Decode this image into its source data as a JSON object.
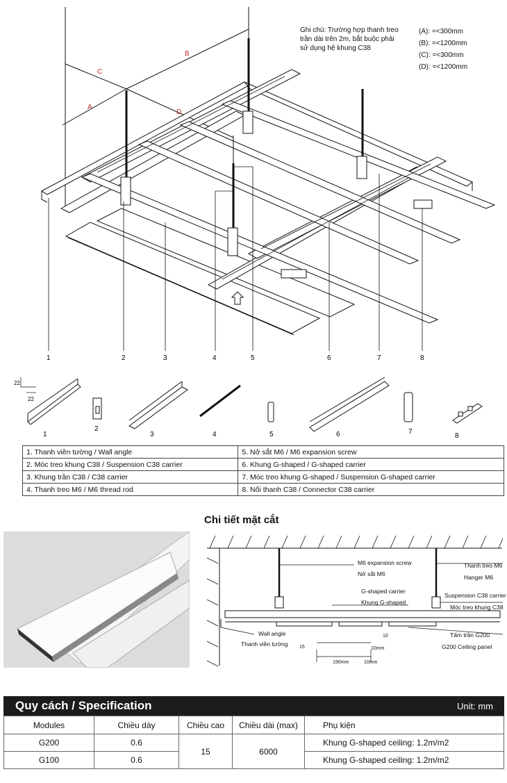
{
  "note": {
    "line1": "Ghi chú: Trường hợp thanh treo",
    "line2": "trần dài trên 2m, bắt buộc phải",
    "line3": "sử dụng hệ khung C38"
  },
  "dimensions": [
    {
      "label": "(A): =<300mm"
    },
    {
      "label": "(B): =<1200mm"
    },
    {
      "label": "(C): =<300mm"
    },
    {
      "label": "(D): =<1200mm"
    }
  ],
  "dim_letters": {
    "a": "A",
    "b": "B",
    "c": "C",
    "d": "D"
  },
  "callouts": [
    "1",
    "2",
    "3",
    "4",
    "5",
    "6",
    "7",
    "8"
  ],
  "part_dims": {
    "v": "22",
    "h": "22"
  },
  "parts": [
    "1",
    "2",
    "3",
    "4",
    "5",
    "6",
    "7",
    "8"
  ],
  "legend": {
    "rows": [
      [
        "1. Thanh viền tường / Wall angle",
        "5. Nở sắt M6 / M6 expansion screw"
      ],
      [
        "2. Móc treo khung C38 / Suspension C38 carrier",
        "6. Khung G-shaped / G-shaped carrier"
      ],
      [
        "3. Khung trần C38 / C38 carrier",
        "7. Móc treo khung G-shaped  / Suspension G-shaped carrier"
      ],
      [
        "4. Thanh treo M6 / M6 thread rod",
        "8. Nối thanh C38 / Connector C38 carrier"
      ]
    ]
  },
  "section": {
    "title": "Chi tiết mặt cắt",
    "m6_screw_en": "M6 expansion screw",
    "m6_screw_vi": "Nở sắt M6",
    "hanger_vi": "Thanh treo M6",
    "hanger_en": "Hanger M6",
    "gcarrier_en": "G-shaped carrier",
    "gcarrier_vi": "Khung G-shaped",
    "susp_en": "Suspension C38 carrier",
    "susp_vi": "Móc treo khung C38",
    "wall_en": "Wall angle",
    "wall_vi": "Thanh viền tường",
    "panel_vi": "Tấm trần G200",
    "panel_en": "G200 Ceiling panel",
    "dim_10": "10",
    "dim_15": "15",
    "dim_10mm_a": "10mm",
    "dim_190": "190mm",
    "dim_10mm_b": "10mm"
  },
  "spec": {
    "title": "Quy cách / Specification",
    "unit": "Unit: mm",
    "headers": [
      "Modules",
      "Chiều dày",
      "Chiều cao",
      "Chiều dài (max)",
      "Phụ kiện"
    ],
    "rows": [
      {
        "module": "G200",
        "thickness": "0.6",
        "accessory": "Khung G-shaped ceiling: 1.2m/m2"
      },
      {
        "module": "G100",
        "thickness": "0.6",
        "accessory": "Khung G-shaped ceiling: 1.2m/m2"
      }
    ],
    "height": "15",
    "length": "6000"
  }
}
